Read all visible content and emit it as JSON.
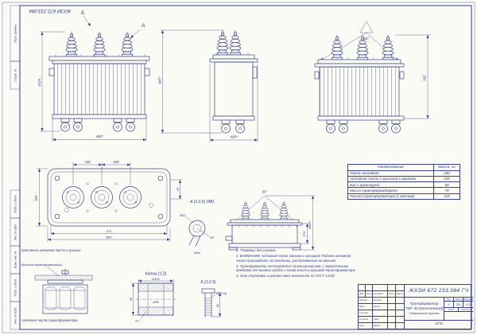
{
  "sheet": {
    "stamp_top": "ЖХЗИ 672 233.084"
  },
  "margin_strips": [
    {
      "label": "Перв. примен."
    },
    {
      "label": "Справ. №"
    },
    {
      "label": "Подп. и дата"
    },
    {
      "label": "Инв. № дубл."
    },
    {
      "label": "Взам. инв. №"
    },
    {
      "label": "Подп. и дата"
    },
    {
      "label": "Инв. № подл."
    }
  ],
  "views": {
    "front": {
      "label_b": "Б",
      "label_a": "А",
      "dim_height": "1025",
      "dim_width": "450*"
    },
    "side": {
      "dim_height": "985*",
      "dim_width": "400*"
    },
    "sling": {
      "angle": "60°",
      "dim_height": "565"
    },
    "plan": {
      "dim_180a": "180",
      "dim_180b": "180",
      "dim_520": "520",
      "dim_875": "875",
      "dim_890": "890*",
      "dim_25": "25"
    },
    "active_lift": {
      "angle": "60°",
      "dim_570": "570",
      "dim_1810": "1810*"
    }
  },
  "details": {
    "a": {
      "title": "А (1:2,5) (4В)",
      "dia1": "Ø32",
      "angle": "56°",
      "dia2": "Ø64"
    },
    "b": {
      "title": "Б (1:2,5)",
      "thread": "М12-6g",
      "dim": "30"
    },
    "roller": {
      "title": "Каток (1:2)",
      "dia_outer": "Ø100",
      "dia_inner": "Ø55",
      "width": "35",
      "wall": "4,2"
    }
  },
  "callouts": {
    "mount_title": "Крепление активной части к крышке",
    "cover": "Крышка трансформатора",
    "active_part": "Активная часть трансформатора"
  },
  "mass_table": {
    "headers": [
      "Наименование",
      "Масса, кг"
    ],
    "rows": [
      [
        "Часть активная",
        "180"
      ],
      [
        "Активная часть с крышкой с вводами",
        "195"
      ],
      [
        "Бак с арматурой",
        "50"
      ],
      [
        "Масло трансформаторное",
        "79"
      ],
      [
        "Полная трансформатора (с маслом)",
        "325"
      ]
    ]
  },
  "notes": [
    "1. *Размеры для справок",
    "2. ВНИМАНИЕ! Активная часть связана с крышкой! Подъем активной части производить за пластины, расположенные на крышке.",
    "3. Трансформатор поставляется залитым маслом, с завинченными пробками для выемки пробки и слива масла и крышкой трансформатора",
    "4. Знак строповки и центра масс выполнить по ГОСТ 14192"
  ],
  "title_block": {
    "doc_number": "ЖХЗИ 672 233.084 ГЧ",
    "product_line1": "Трансформатор",
    "product_line2": "ТМГ-40 (утепленный)",
    "doc_type": "Габаритный чертеж",
    "dept": "ОГК",
    "cols": {
      "izm": "Изм.",
      "list": "Лист",
      "doc": "№ докум.",
      "podp": "Подп.",
      "data": "Дата"
    },
    "staff": [
      {
        "role": "Разраб.",
        "name": "Михеев"
      },
      {
        "role": "Пров.",
        "name": "Орлов"
      },
      {
        "role": "Т.контр.",
        "name": ""
      },
      {
        "role": "Н.контр.",
        "name": "Зуев"
      },
      {
        "role": "Утв.",
        "name": "Белов"
      }
    ],
    "lit_label": "Лит.",
    "mass_label": "Масса",
    "scale_label": "Масштаб",
    "lit_value": "У",
    "mass_value": "325",
    "scale_value": "1:10",
    "sheet_label": "Лист",
    "sheets_label": "Листов 1"
  }
}
